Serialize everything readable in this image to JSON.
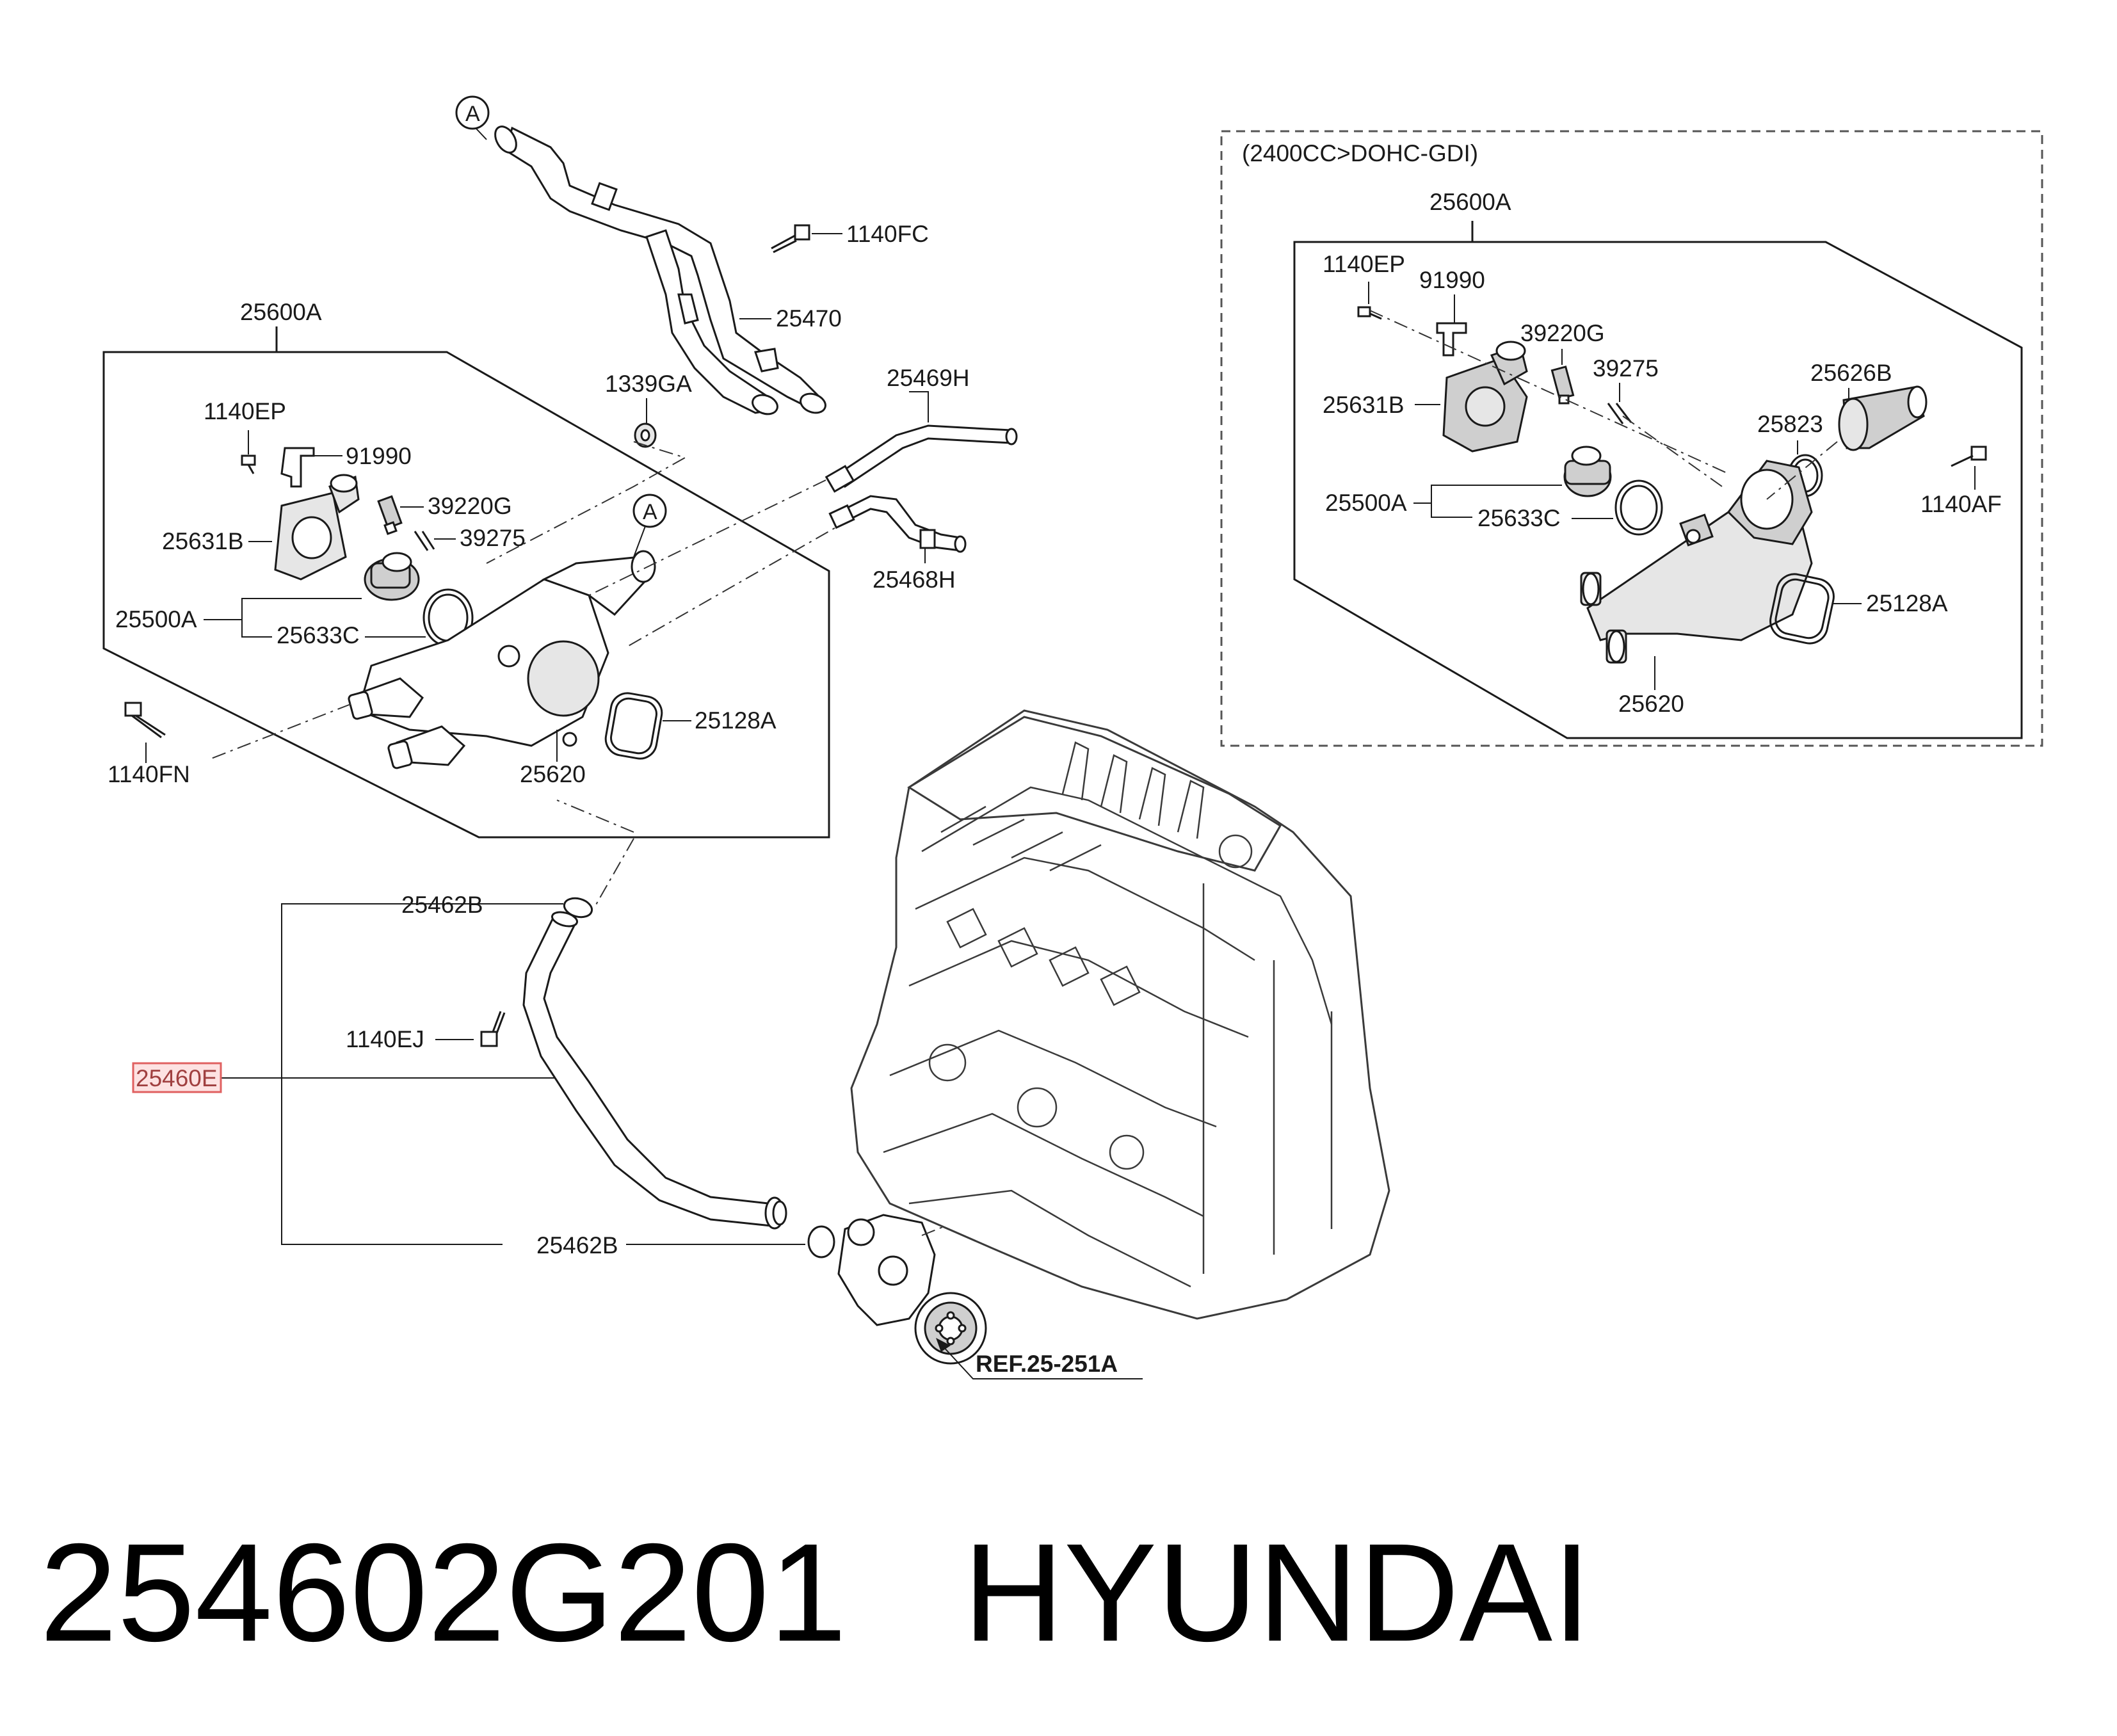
{
  "variant_box": {
    "title": "(2400CC>DOHC-GDI)"
  },
  "labels": {
    "main_25600A": "25600A",
    "main_1140EP": "1140EP",
    "main_91990": "91990",
    "main_39220G": "39220G",
    "main_39275": "39275",
    "main_25631B": "25631B",
    "main_25500A": "25500A",
    "main_25633C": "25633C",
    "main_25128A": "25128A",
    "main_25620": "25620",
    "main_1140FN": "1140FN",
    "main_1339GA": "1339GA",
    "main_25469H": "25469H",
    "main_25468H": "25468H",
    "main_1140FC": "1140FC",
    "main_25470": "25470",
    "hose_25462B_top": "25462B",
    "hose_1140EJ": "1140EJ",
    "hose_25460E": "25460E",
    "hose_25462B_bottom": "25462B",
    "ref": "REF.25-251A",
    "v_25600A": "25600A",
    "v_1140EP": "1140EP",
    "v_91990": "91990",
    "v_39220G": "39220G",
    "v_39275": "39275",
    "v_25626B": "25626B",
    "v_25631B": "25631B",
    "v_25823": "25823",
    "v_25500A": "25500A",
    "v_25633C": "25633C",
    "v_1140AF": "1140AF",
    "v_25128A": "25128A",
    "v_25620": "25620",
    "callout_a_top": "A",
    "callout_a_housing": "A"
  },
  "highlight": {
    "part": "25460E",
    "color": "#e06060"
  },
  "footer": {
    "part_number": "254602G201",
    "brand": "HYUNDAI"
  }
}
